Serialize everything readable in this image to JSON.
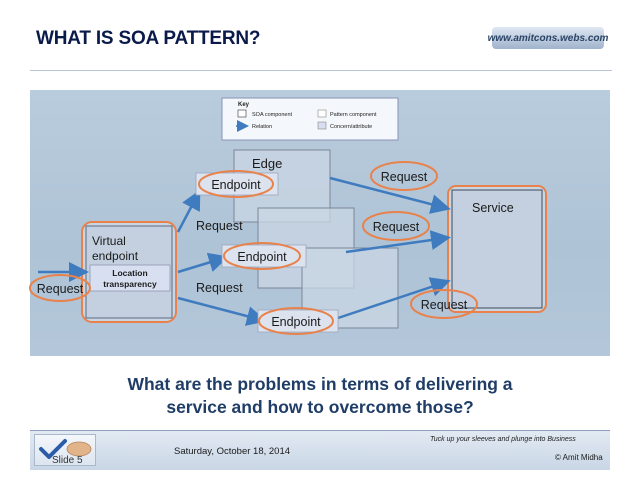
{
  "slide": {
    "title": "WHAT IS SOA PATTERN?",
    "website": "www.amitcons.webs.com",
    "question_line1": "What are the problems in terms of delivering a",
    "question_line2": "service and how to overcome those?"
  },
  "key": {
    "title": "Key",
    "soa_component": "SOA component",
    "pattern_component": "Pattern component",
    "relation": "Relation",
    "concern": "Concern/attribute"
  },
  "diagram": {
    "edge": "Edge",
    "endpoint": "Endpoint",
    "virtual_line1": "Virtual",
    "virtual_line2": "endpoint",
    "location_line1": "Location",
    "location_line2": "transparency",
    "request": "Request",
    "service": "Service"
  },
  "footer": {
    "slide_number": "Slide 5",
    "date": "Saturday, October 18, 2014",
    "tagline": "Tuck up your sleeves and plunge into Business",
    "copyright": "© Amit Midha"
  },
  "colors": {
    "title": "#0a1a4a",
    "question": "#1f3d66",
    "highlight": "#e8824a",
    "panel": "#b9ccdd",
    "arrow": "#3f7bbf"
  }
}
